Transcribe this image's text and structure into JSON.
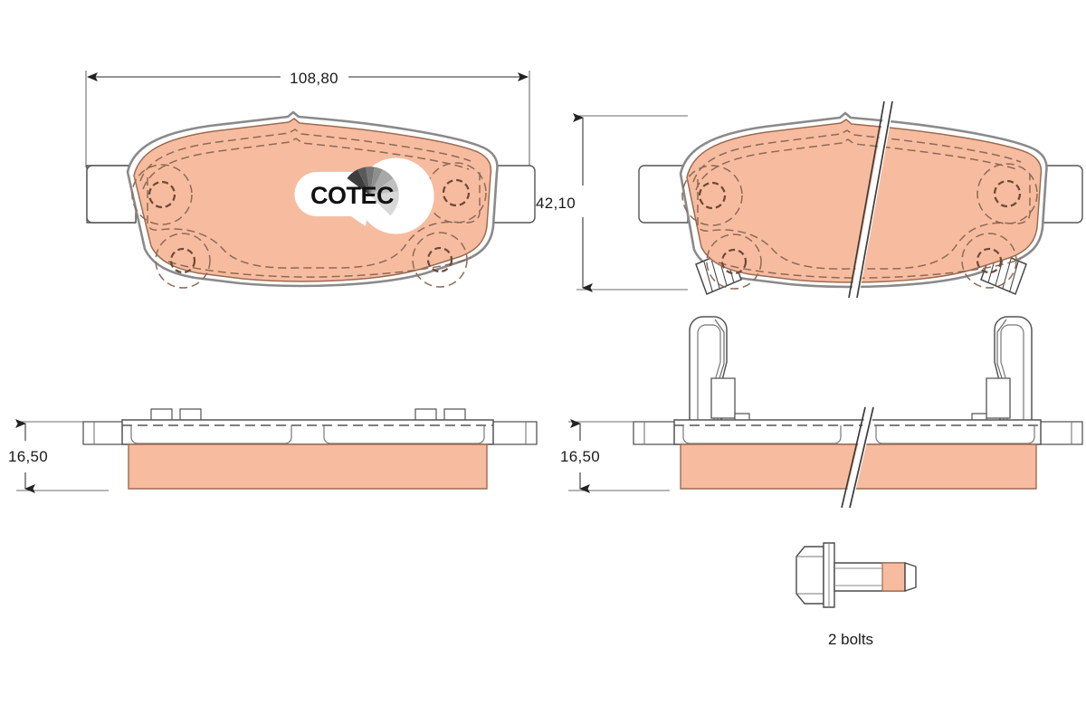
{
  "document": {
    "type": "technical-drawing",
    "subject": "Disc brake pad set",
    "background_color": "#ffffff"
  },
  "colors": {
    "friction_fill": "#f7bc9f",
    "friction_stroke": "#9b6b52",
    "outline_gray": "#808080",
    "outline_dark": "#3c3c3c",
    "dim_line": "#6e6e6e",
    "dim_text": "#1a1a1a",
    "plate_fill": "#ffffff",
    "logo_badge": "#ffffff",
    "logo_text": "#111111",
    "fan_segments": [
      "#3d3d3d",
      "#5a5a5a",
      "#767676",
      "#8e8e8e",
      "#a8a8a8",
      "#c0c0c0",
      "#d8d8d8"
    ]
  },
  "dimensions": {
    "width": {
      "value": "108,80",
      "label": "108,80",
      "unit": "mm",
      "orientation": "horizontal",
      "view": "front-left-pad"
    },
    "height": {
      "value": "42,10",
      "label": "42,10",
      "unit": "mm",
      "orientation": "vertical",
      "view": "front-right-pad"
    },
    "thickness_left": {
      "value": "16,50",
      "label": "16,50",
      "unit": "mm",
      "orientation": "vertical",
      "view": "side-left-pad"
    },
    "thickness_right": {
      "value": "16,50",
      "label": "16,50",
      "unit": "mm",
      "orientation": "vertical",
      "view": "side-right-pad"
    }
  },
  "brand": {
    "logo_label": "COTEC",
    "logo_type": "cotec-badge",
    "fan_segment_count": 7
  },
  "views": {
    "front_left": {
      "name": "Front view - left brake pad",
      "hole_count": 4,
      "ear_count": 2,
      "has_logo": true
    },
    "front_right": {
      "name": "Front view - right brake pad",
      "hole_count": 4,
      "ear_count": 2,
      "has_break_line": true,
      "tab_count": 2
    },
    "side_left": {
      "name": "Side view - left brake pad",
      "tab_count": 4
    },
    "side_right": {
      "name": "Side view - right brake pad with retaining clips",
      "clip_count": 2,
      "has_break_line": true
    },
    "hardware": {
      "name": "Mounting bolt",
      "caption": "2 bolts",
      "quantity": 2
    }
  }
}
